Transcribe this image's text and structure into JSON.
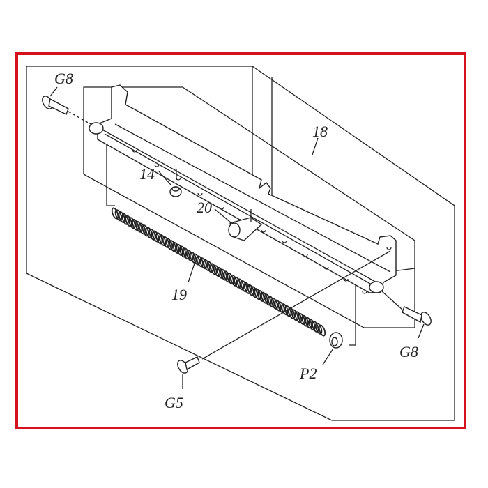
{
  "diagram": {
    "type": "exploded parts diagram",
    "border_color": "#d6111e",
    "labels": {
      "g8_top": "G8",
      "part_18": "18",
      "part_14": "14",
      "part_20": "20",
      "part_19": "19",
      "g8_bottom": "G8",
      "p2": "P2",
      "g5": "G5"
    }
  }
}
